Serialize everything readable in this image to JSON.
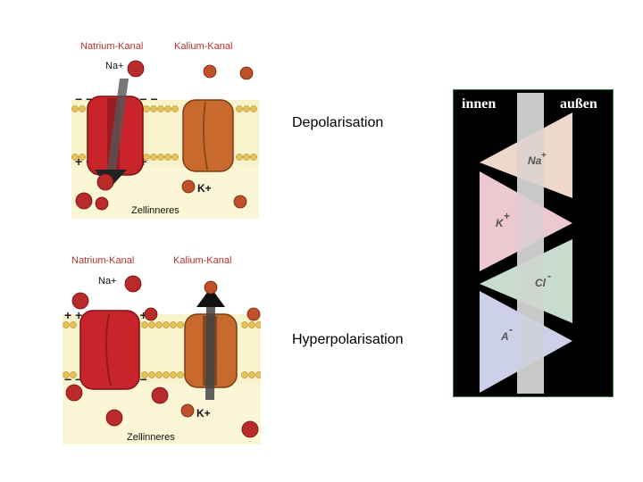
{
  "panel_top": {
    "sodium_channel_label": "Natrium-Kanal",
    "potassium_channel_label": "Kalium-Kanal",
    "sodium_ion_label": "Na+",
    "potassium_ion_label": "K+",
    "cell_interior_label": "Zellinneres",
    "outer_charge_top": "− −          − − − −          − −",
    "inner_charge": "+          + + + +          + +"
  },
  "panel_bottom": {
    "sodium_channel_label": "Natrium-Kanal",
    "potassium_channel_label": "Kalium-Kanal",
    "sodium_ion_label": "Na+",
    "potassium_ion_label": "K+",
    "cell_interior_label": "Zellinneres",
    "outer_charge": "+ +          + + + +          + +",
    "inner_charge": "− −          − − − −          − −"
  },
  "captions": {
    "depolarisation": "Depolarisation",
    "hyperpolarisation": "Hyperpolarisation"
  },
  "gradient_panel": {
    "inside_label": "innen",
    "outside_label": "außen",
    "ions": [
      {
        "label": "Na",
        "charge": "+",
        "color": "#fbe3d6"
      },
      {
        "label": "K",
        "charge": "+",
        "color": "#f9d3dc"
      },
      {
        "label": "Cl",
        "charge": "-",
        "color": "#d3e9d9"
      },
      {
        "label": "A",
        "charge": "-",
        "color": "#d7dcf6"
      }
    ]
  }
}
